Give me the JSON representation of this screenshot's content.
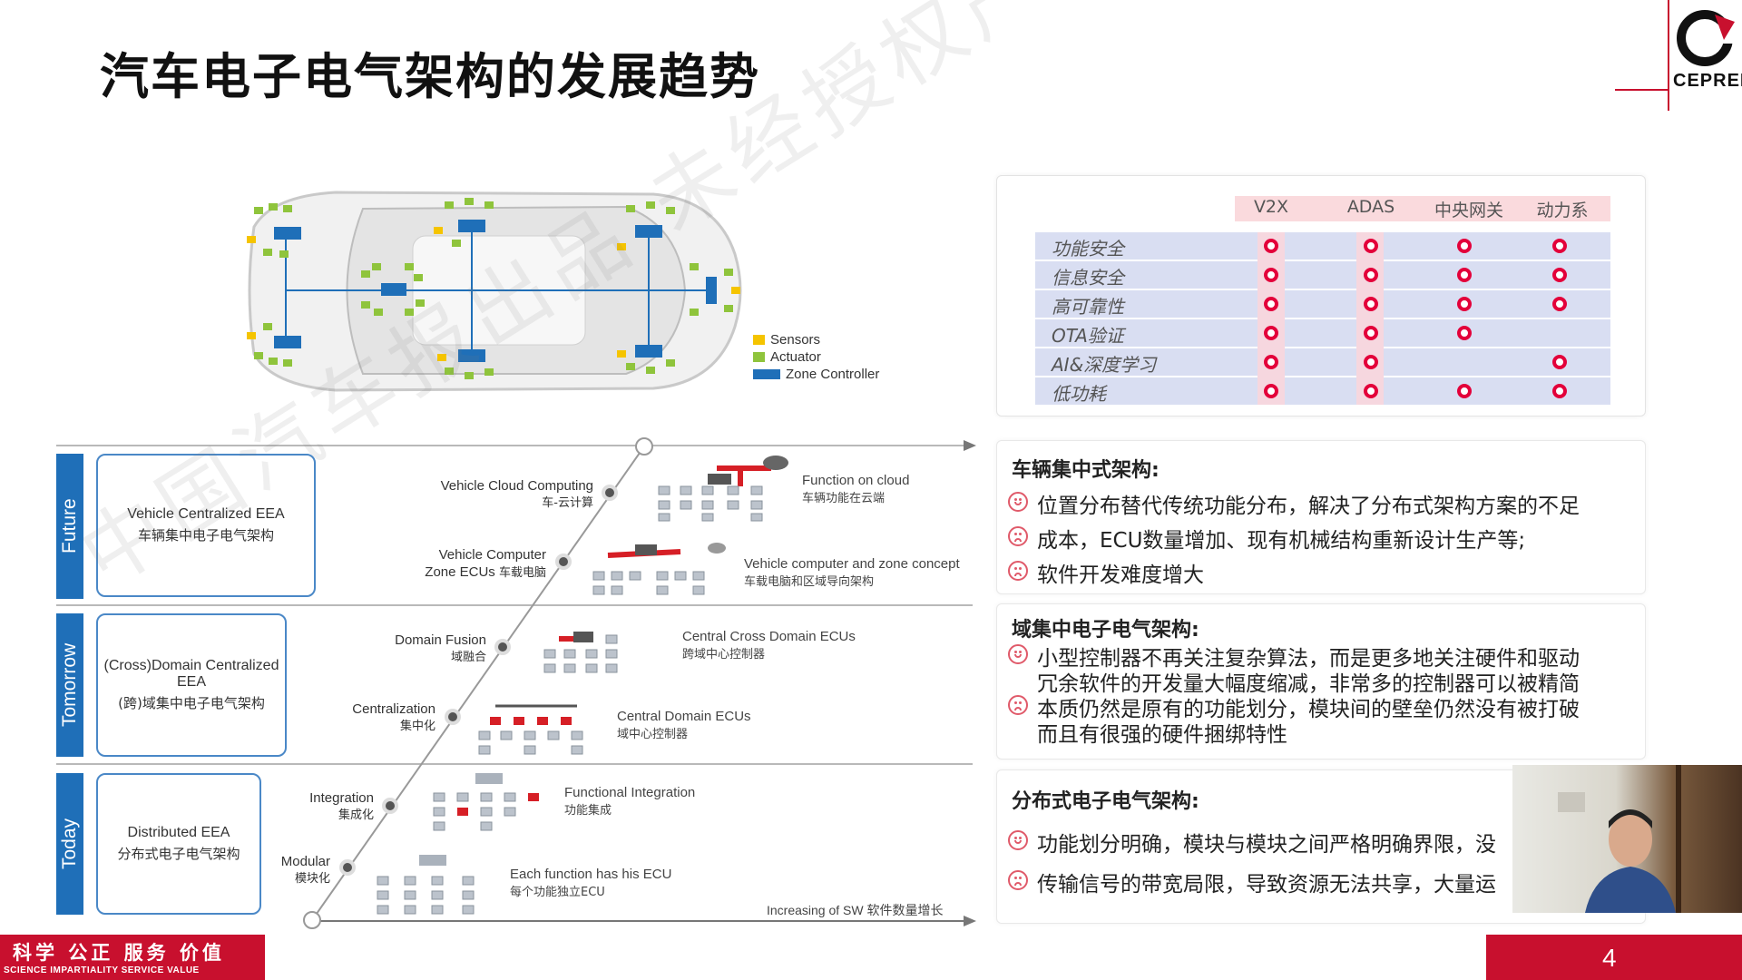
{
  "title": "汽车电子电气架构的发展趋势",
  "logo": {
    "text": "CEPREI",
    "color": "#c8102e"
  },
  "watermark": "中国汽车报出品 未经授权严禁盗用及转载视频",
  "car_legend": [
    {
      "label": "Sensors",
      "color": "#f5c400"
    },
    {
      "label": "Actuator",
      "color": "#8fc43c"
    },
    {
      "label": "Zone Controller",
      "color": "#1f6fb8"
    }
  ],
  "matrix": {
    "columns": [
      "V2X",
      "ADAS",
      "中央网关",
      "动力系"
    ],
    "rows": [
      {
        "label": "功能安全",
        "marks": [
          true,
          true,
          true,
          true
        ]
      },
      {
        "label": "信息安全",
        "marks": [
          true,
          true,
          true,
          true
        ]
      },
      {
        "label": "高可靠性",
        "marks": [
          true,
          true,
          true,
          true
        ]
      },
      {
        "label": "OTA验证",
        "marks": [
          true,
          true,
          true,
          false
        ]
      },
      {
        "label": "AI&深度学习",
        "marks": [
          true,
          true,
          false,
          true
        ]
      },
      {
        "label": "低功耗",
        "marks": [
          true,
          true,
          true,
          true
        ]
      }
    ]
  },
  "sections": [
    {
      "title": "车辆集中式架构:",
      "lines": [
        {
          "mood": "happy",
          "text": "位置分布替代传统功能分布，解决了分布式架构方案的不足"
        },
        {
          "mood": "sad",
          "text": "成本，ECU数量增加、现有机械结构重新设计生产等;"
        },
        {
          "mood": "sad",
          "text": "软件开发难度增大"
        }
      ]
    },
    {
      "title": "域集中电子电气架构:",
      "lines": [
        {
          "mood": "happy",
          "text": "小型控制器不再关注复杂算法，而是更多地关注硬件和驱动"
        },
        {
          "mood": "",
          "text": "冗余软件的开发量大幅度缩减，非常多的控制器可以被精简"
        },
        {
          "mood": "sad",
          "text": "本质仍然是原有的功能划分，模块间的壁垒仍然没有被打破"
        },
        {
          "mood": "",
          "text": "而且有很强的硬件捆绑特性"
        }
      ]
    },
    {
      "title": "分布式电子电气架构:",
      "lines": [
        {
          "mood": "happy",
          "text": "功能划分明确，模块与模块之间严格明确界限，没"
        },
        {
          "mood": "sad",
          "text": "传输信号的带宽局限，导致资源无法共享，大量运"
        }
      ]
    }
  ],
  "roadmap": {
    "stages": [
      {
        "name": "Future",
        "eea_en": "Vehicle Centralized EEA",
        "eea_zh": "车辆集中电子电气架构"
      },
      {
        "name": "Tomorrow",
        "eea_en": "(Cross)Domain Centralized EEA",
        "eea_zh": "(跨)域集中电子电气架构"
      },
      {
        "name": "Today",
        "eea_en": "Distributed EEA",
        "eea_zh": "分布式电子电气架构"
      }
    ],
    "steps": [
      {
        "en": "Vehicle Cloud Computing",
        "zh": "车-云计算",
        "desc_en": "Function on cloud",
        "desc_zh": "车辆功能在云端"
      },
      {
        "en": "Vehicle Computer",
        "en2": "Zone ECUs",
        "zh": "车载电脑",
        "desc_en": "Vehicle computer and zone concept",
        "desc_zh": "车载电脑和区域导向架构"
      },
      {
        "en": "Domain Fusion",
        "zh": "域融合",
        "desc_en": "Central Cross Domain ECUs",
        "desc_zh": "跨域中心控制器"
      },
      {
        "en": "Centralization",
        "zh": "集中化",
        "desc_en": "Central Domain ECUs",
        "desc_zh": "域中心控制器"
      },
      {
        "en": "Integration",
        "zh": "集成化",
        "desc_en": "Functional Integration",
        "desc_zh": "功能集成"
      },
      {
        "en": "Modular",
        "zh": "模块化",
        "desc_en": "Each function has his ECU",
        "desc_zh": "每个功能独立ECU"
      }
    ],
    "axis_label": "Increasing of SW 软件数量增长"
  },
  "footer": {
    "values_zh": "科学 公正 服务 价值",
    "values_en": "SCIENCE IMPARTIALITY SERVICE VALUE",
    "page_number": "4"
  }
}
